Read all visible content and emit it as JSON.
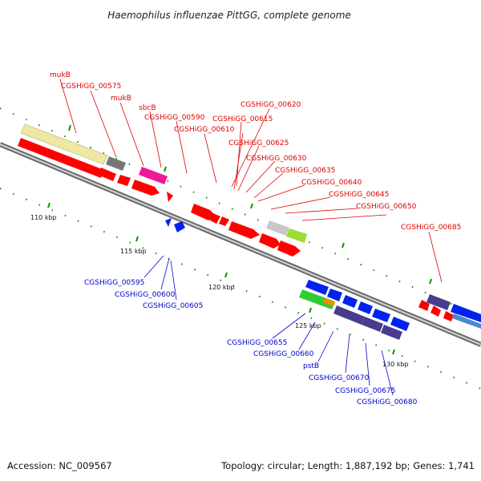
{
  "title": "Haemophilus influenzae PittGG, complete genome",
  "footer": {
    "accession": "Accession: NC_009567",
    "summary": "Topology: circular; Length: 1,887,192 bp; Genes: 1,741"
  },
  "ticks": [
    "110 kbp",
    "115 kbp",
    "120 kbp",
    "125 kbp",
    "130 kbp"
  ],
  "labels_top": [
    "mukB",
    "CGSHiGG_00575",
    "mukB",
    "sbcB",
    "CGSHiGG_00590",
    "CGSHiGG_00610",
    "CGSHiGG_00620",
    "CGSHiGG_00615",
    "CGSHiGG_00625",
    "CGSHiGG_00630",
    "CGSHiGG_00635",
    "CGSHiGG_00640",
    "CGSHiGG_00645",
    "CGSHiGG_00650",
    "CGSHiGG_00685"
  ],
  "labels_bottom": [
    "CGSHiGG_00595",
    "CGSHiGG_00600",
    "CGSHiGG_00605",
    "CGSHiGG_00655",
    "CGSHiGG_00660",
    "pstB",
    "CGSHiGG_00670",
    "CGSHiGG_00675",
    "CGSHiGG_00680"
  ],
  "colors": {
    "cds_forward": "#ff0000",
    "cds_reverse": "#0000ee",
    "label_forward": "#dd0000",
    "label_reverse": "#0000cc",
    "backbone": "#888888",
    "tick": "#009900"
  }
}
